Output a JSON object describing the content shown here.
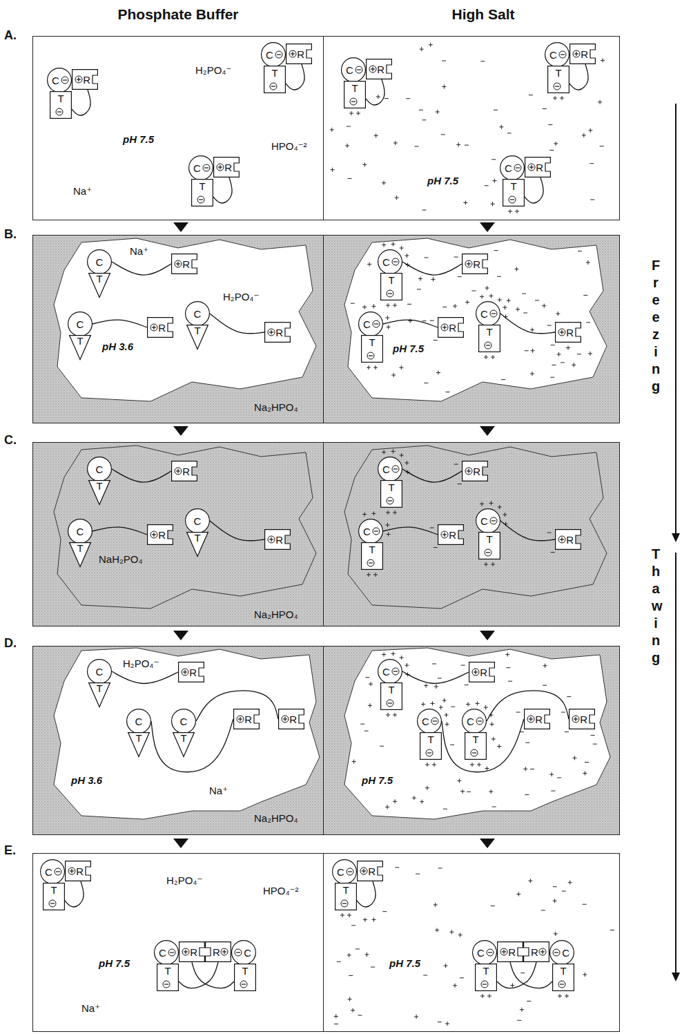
{
  "diagram": {
    "nodes": [
      {
        "text": [
          "H₂PO₄⁻",
          "pH 7.5",
          "HPO₄⁻²",
          "Na⁺"
        ]
      },
      {
        "text": [
          "C"
        ],
        "in": 0
      },
      {
        "text": [
          "R"
        ],
        "in": 0
      },
      {
        "text": [
          "T"
        ],
        "in": 0
      },
      {
        "text": [
          "C"
        ],
        "in": 0
      },
      {
        "text": [
          "R"
        ],
        "in": 0
      },
      {
        "text": [
          "T"
        ],
        "in": 0
      },
      {
        "text": [
          "C"
        ],
        "in": 0
      },
      {
        "text": [
          "R"
        ],
        "in": 0
      },
      {
        "text": [
          "T"
        ],
        "in": 0
      },
      {
        "text": [
          "pH 7.5"
        ]
      },
      {
        "text": [
          "C"
        ],
        "in": 10
      },
      {
        "text": [
          "R"
        ],
        "in": 10
      },
      {
        "text": [
          "T"
        ],
        "in": 10
      },
      {
        "text": [
          "C"
        ],
        "in": 10
      },
      {
        "text": [
          "R"
        ],
        "in": 10
      },
      {
        "text": [
          "T"
        ],
        "in": 10
      },
      {
        "text": [
          "C"
        ],
        "in": 10
      },
      {
        "text": [
          "R"
        ],
        "in": 10
      },
      {
        "text": [
          "T"
        ],
        "in": 10
      },
      {
        "text": [
          "Na⁺",
          "H₂PO₄⁻",
          "pH 3.6",
          "Na₂HPO₄"
        ]
      },
      {
        "text": [
          "C"
        ],
        "in": 20
      },
      {
        "text": [
          "R"
        ],
        "in": 20
      },
      {
        "text": [
          "T"
        ],
        "in": 20
      },
      {
        "text": [
          "C"
        ],
        "in": 20
      },
      {
        "text": [
          "R"
        ],
        "in": 20
      },
      {
        "text": [
          "T"
        ],
        "in": 20
      },
      {
        "text": [
          "C"
        ],
        "in": 20
      },
      {
        "text": [
          "R"
        ],
        "in": 20
      },
      {
        "text": [
          "T"
        ],
        "in": 20
      },
      {
        "text": [
          "pH 7.5"
        ]
      },
      {
        "text": [
          "C"
        ],
        "in": 30
      },
      {
        "text": [
          "R"
        ],
        "in": 30
      },
      {
        "text": [
          "T"
        ],
        "in": 30
      },
      {
        "text": [
          "C"
        ],
        "in": 30
      },
      {
        "text": [
          "R"
        ],
        "in": 30
      },
      {
        "text": [
          "T"
        ],
        "in": 30
      },
      {
        "text": [
          "C"
        ],
        "in": 30
      },
      {
        "text": [
          "R"
        ],
        "in": 30
      },
      {
        "text": [
          "T"
        ],
        "in": 30
      },
      {
        "text": [
          "NaH₂PO₄",
          "Na₂HPO₄"
        ]
      },
      {
        "text": [
          "C"
        ],
        "in": 40
      },
      {
        "text": [
          "R"
        ],
        "in": 40
      },
      {
        "text": [
          "T"
        ],
        "in": 40
      },
      {
        "text": [
          "C"
        ],
        "in": 40
      },
      {
        "text": [
          "R"
        ],
        "in": 40
      },
      {
        "text": [
          "T"
        ],
        "in": 40
      },
      {
        "text": [
          "C"
        ],
        "in": 40
      },
      {
        "text": [
          "R"
        ],
        "in": 40
      },
      {
        "text": [
          "T"
        ],
        "in": 40
      },
      {
        "text": []
      },
      {
        "text": [
          "C"
        ],
        "in": 50
      },
      {
        "text": [
          "R"
        ],
        "in": 50
      },
      {
        "text": [
          "T"
        ],
        "in": 50
      },
      {
        "text": [
          "C"
        ],
        "in": 50
      },
      {
        "text": [
          "R"
        ],
        "in": 50
      },
      {
        "text": [
          "T"
        ],
        "in": 50
      },
      {
        "text": [
          "C"
        ],
        "in": 50
      },
      {
        "text": [
          "R"
        ],
        "in": 50
      },
      {
        "text": [
          "T"
        ],
        "in": 50
      },
      {
        "text": [
          "H₂PO₄⁻",
          "pH 3.6",
          "Na⁺",
          "Na₂HPO₄"
        ]
      },
      {
        "text": [
          "C"
        ],
        "in": 60
      },
      {
        "text": [
          "R"
        ],
        "in": 60
      },
      {
        "text": [
          "T"
        ],
        "in": 60
      },
      {
        "text": [
          "C"
        ],
        "in": 60
      },
      {
        "text": [
          "R"
        ],
        "in": 60
      },
      {
        "text": [
          "T"
        ],
        "in": 60
      },
      {
        "text": [
          "C"
        ],
        "in": 60
      },
      {
        "text": [
          "R"
        ],
        "in": 60
      },
      {
        "text": [
          "T"
        ],
        "in": 60
      },
      {
        "text": [
          "pH 7.5"
        ]
      },
      {
        "text": [
          "C"
        ],
        "in": 70
      },
      {
        "text": [
          "R"
        ],
        "in": 70
      },
      {
        "text": [
          "T"
        ],
        "in": 70
      },
      {
        "text": [
          "C"
        ],
        "in": 70
      },
      {
        "text": [
          "R"
        ],
        "in": 70
      },
      {
        "text": [
          "T"
        ],
        "in": 70
      },
      {
        "text": [
          "C"
        ],
        "in": 70
      },
      {
        "text": [
          "R"
        ],
        "in": 70
      },
      {
        "text": [
          "T"
        ],
        "in": 70
      },
      {
        "text": [
          "H₂PO₄⁻",
          "HPO₄⁻²",
          "pH 7.5",
          "Na⁺"
        ]
      },
      {
        "text": [
          "C"
        ],
        "in": 80
      },
      {
        "text": [
          "R"
        ],
        "in": 80
      },
      {
        "text": [
          "T"
        ],
        "in": 80
      },
      {
        "text": [
          "C"
        ],
        "in": 80
      },
      {
        "text": [
          "R"
        ],
        "in": 80
      },
      {
        "text": [
          "R"
        ],
        "in": 80
      },
      {
        "text": [
          "C"
        ],
        "in": 80
      },
      {
        "text": [
          "T"
        ],
        "in": 80
      },
      {
        "text": [
          "T"
        ],
        "in": 80
      },
      {
        "text": [
          "pH 7.5"
        ]
      },
      {
        "text": [
          "C"
        ],
        "in": 90
      },
      {
        "text": [
          "R"
        ],
        "in": 90
      },
      {
        "text": [
          "T"
        ],
        "in": 90
      },
      {
        "text": [
          "C"
        ],
        "in": 90
      },
      {
        "text": [
          "R"
        ],
        "in": 90
      },
      {
        "text": [
          "R"
        ],
        "in": 90
      },
      {
        "text": [
          "C"
        ],
        "in": 90
      },
      {
        "text": [
          "T"
        ],
        "in": 90
      },
      {
        "text": [
          "T"
        ],
        "in": 90
      }
    ],
    "edges": [
      {
        "from": 2,
        "to": 3,
        "arrow": "none"
      },
      {
        "from": 5,
        "to": 6,
        "arrow": "none"
      },
      {
        "from": 8,
        "to": 9,
        "arrow": "none"
      },
      {
        "from": 12,
        "to": 13,
        "arrow": "none"
      },
      {
        "from": 15,
        "to": 16,
        "arrow": "none"
      },
      {
        "from": 18,
        "to": 19,
        "arrow": "none"
      },
      {
        "from": 21,
        "to": 22,
        "arrow": "none"
      },
      {
        "from": 24,
        "to": 25,
        "arrow": "none"
      },
      {
        "from": 27,
        "to": 28,
        "arrow": "none"
      },
      {
        "from": 31,
        "to": 32,
        "arrow": "none"
      },
      {
        "from": 34,
        "to": 35,
        "arrow": "none"
      },
      {
        "from": 37,
        "to": 38,
        "arrow": "none"
      },
      {
        "from": 41,
        "to": 42,
        "arrow": "none"
      },
      {
        "from": 44,
        "to": 45,
        "arrow": "none"
      },
      {
        "from": 47,
        "to": 48,
        "arrow": "none"
      },
      {
        "from": 51,
        "to": 52,
        "arrow": "none"
      },
      {
        "from": 54,
        "to": 55,
        "arrow": "none"
      },
      {
        "from": 57,
        "to": 58,
        "arrow": "none"
      },
      {
        "from": 61,
        "to": 62,
        "arrow": "none"
      },
      {
        "from": 64,
        "to": 65,
        "arrow": "none"
      },
      {
        "from": 67,
        "to": 68,
        "arrow": "none"
      },
      {
        "from": 71,
        "to": 72,
        "arrow": "none"
      },
      {
        "from": 74,
        "to": 75,
        "arrow": "none"
      },
      {
        "from": 77,
        "to": 78,
        "arrow": "none"
      },
      {
        "from": 82,
        "to": 83,
        "arrow": "none"
      },
      {
        "from": 85,
        "to": 89,
        "arrow": "none"
      },
      {
        "from": 86,
        "to": 88,
        "arrow": "none"
      },
      {
        "from": 92,
        "to": 93,
        "arrow": "none"
      },
      {
        "from": 95,
        "to": 99,
        "arrow": "none"
      },
      {
        "from": 96,
        "to": 98,
        "arrow": "none"
      }
    ],
    "labels": [
      "Phosphate Buffer",
      "High Salt",
      "A.",
      "B.",
      "C.",
      "D.",
      "E.",
      "Freezing",
      "Thawing"
    ]
  }
}
